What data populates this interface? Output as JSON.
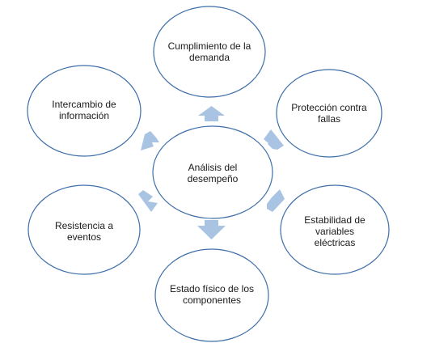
{
  "colors": {
    "ellipse_stroke": "#3d6ea8",
    "arrow_fill": "#a9c3e3"
  },
  "center": {
    "label": "Análisis del desempeño"
  },
  "nodes": [
    {
      "label": "Cumplimiento de la demanda"
    },
    {
      "label": "Protección contra fallas"
    },
    {
      "label": "Estabilidad de variables eléctricas"
    },
    {
      "label": "Estado físico de los componentes"
    },
    {
      "label": "Resistencia a eventos"
    },
    {
      "label": "Intercambio de información"
    }
  ]
}
